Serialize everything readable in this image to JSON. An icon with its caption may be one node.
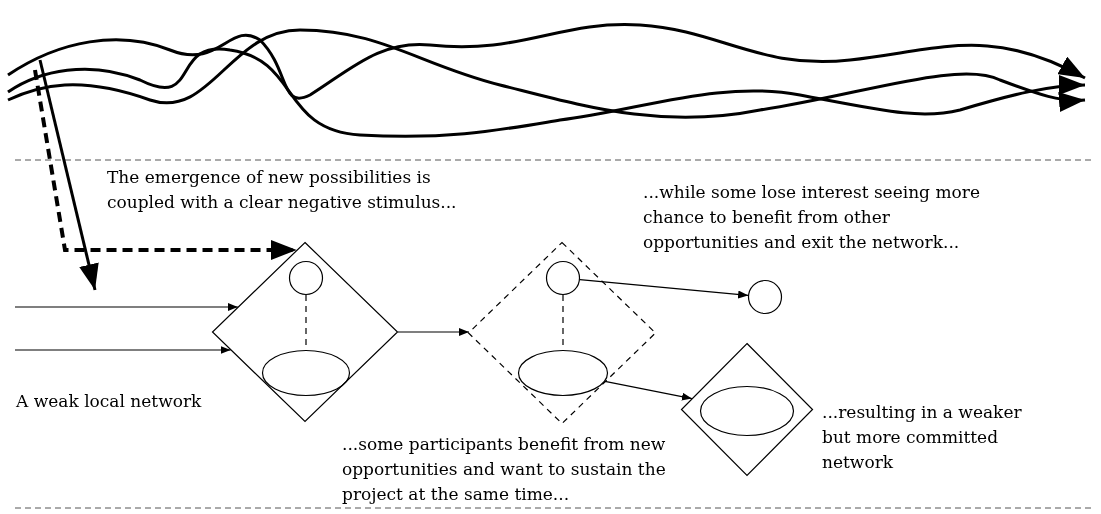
{
  "diagram": {
    "nodes": [
      {
        "text": [],
        "shape": "diamond"
      },
      {
        "text": [],
        "shape": "circle",
        "in": 0
      },
      {
        "text": [],
        "shape": "ellipse",
        "in": 0
      },
      {
        "text": [],
        "shape": "diamond"
      },
      {
        "text": [],
        "shape": "circle",
        "in": 3
      },
      {
        "text": [],
        "shape": "ellipse",
        "in": 3
      },
      {
        "text": [],
        "shape": "circle"
      },
      {
        "text": [],
        "shape": "diamond"
      },
      {
        "text": [],
        "shape": "ellipse",
        "in": 7
      }
    ],
    "edges": [
      {
        "from": null,
        "to": 0,
        "arrow": "to"
      },
      {
        "from": null,
        "to": 0,
        "arrow": "to"
      },
      {
        "from": null,
        "to": 0,
        "arrow": "to",
        "style": "dashed"
      },
      {
        "from": 1,
        "to": 2,
        "arrow": "none",
        "style": "dashed"
      },
      {
        "from": 0,
        "to": 3,
        "arrow": "to"
      },
      {
        "from": 4,
        "to": 5,
        "arrow": "none",
        "style": "dashed"
      },
      {
        "from": 4,
        "to": 6,
        "arrow": "to"
      },
      {
        "from": 5,
        "to": 7,
        "arrow": "to"
      }
    ],
    "labels": [
      "The emergence of new possibilities is coupled with a clear negative stimulus...",
      "...while some lose interest seeing more chance to benefit from other opportunities and exit the network...",
      "A weak local network",
      "...resulting in a weaker but more committed network",
      "...some participants benefit from new opportunities and want to sustain the project at the same time..."
    ]
  }
}
